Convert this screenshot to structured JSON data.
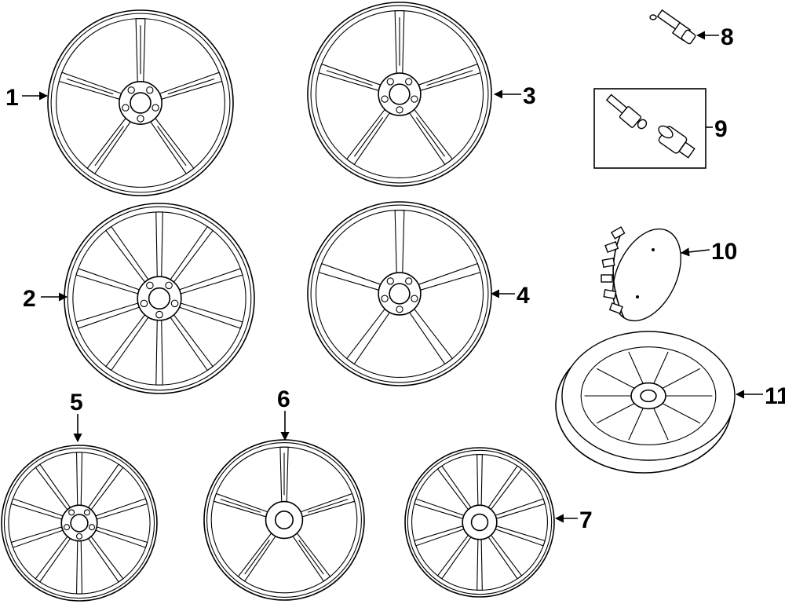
{
  "diagram": {
    "callouts": [
      {
        "id": "1",
        "label": "1"
      },
      {
        "id": "2",
        "label": "2"
      },
      {
        "id": "3",
        "label": "3"
      },
      {
        "id": "4",
        "label": "4"
      },
      {
        "id": "5",
        "label": "5"
      },
      {
        "id": "6",
        "label": "6"
      },
      {
        "id": "7",
        "label": "7"
      },
      {
        "id": "8",
        "label": "8"
      },
      {
        "id": "9",
        "label": "9"
      },
      {
        "id": "10",
        "label": "10"
      },
      {
        "id": "11",
        "label": "11"
      }
    ],
    "wheels": [
      {
        "id": "1",
        "spokes": 5,
        "style": "double-split",
        "lugs": 5
      },
      {
        "id": "2",
        "spokes": 10,
        "style": "y-spoke",
        "lugs": 5
      },
      {
        "id": "3",
        "spokes": 5,
        "style": "hollow",
        "lugs": 5
      },
      {
        "id": "4",
        "spokes": 5,
        "style": "flat",
        "lugs": 5
      },
      {
        "id": "5",
        "spokes": 10,
        "style": "y-spoke",
        "lugs": 5
      },
      {
        "id": "6",
        "spokes": 5,
        "style": "double-split",
        "lugs": 0
      },
      {
        "id": "7",
        "spokes": 10,
        "style": "v-spoke",
        "lugs": 0
      }
    ]
  }
}
